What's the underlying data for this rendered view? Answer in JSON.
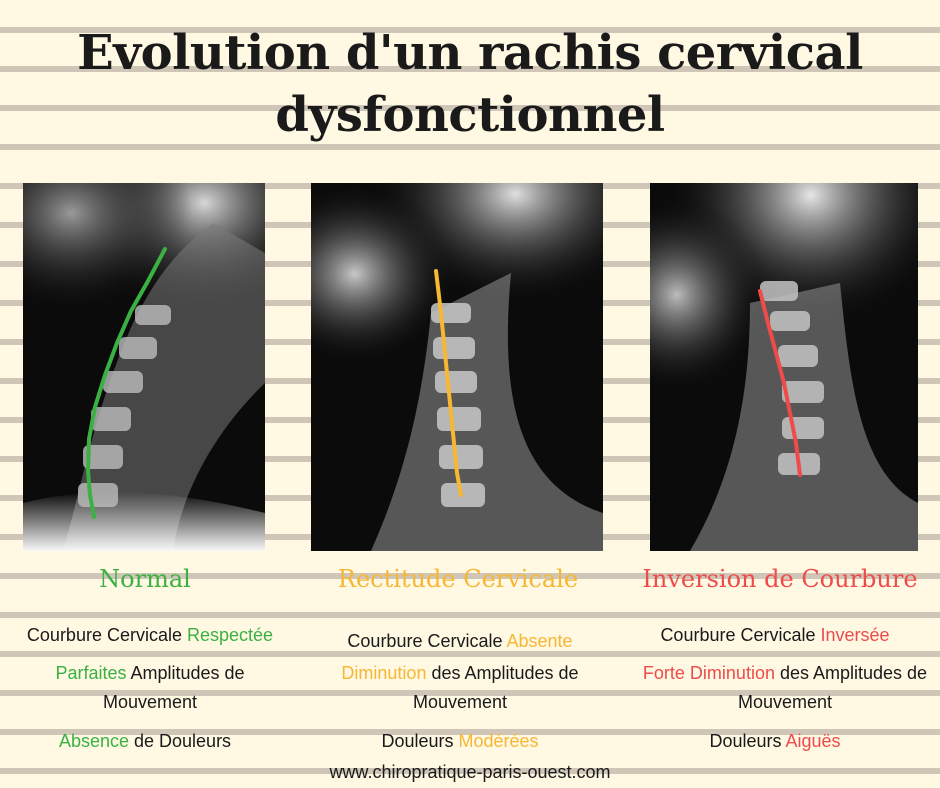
{
  "title": {
    "line1": "Evolution d'un rachis cervical",
    "line2": "dysfonctionnel"
  },
  "panels": [
    {
      "label": "Normal",
      "color": "#3bb143",
      "curve_shape": "lordose",
      "line1": {
        "pre": "Courbure Cervicale ",
        "hl": "Respectée",
        "post": ""
      },
      "line2": {
        "pre": "",
        "hl": "Parfaites",
        "post": " Amplitudes de Mouvement"
      },
      "line3": {
        "pre": "",
        "hl": "Absence",
        "post": " de Douleurs"
      }
    },
    {
      "label": "Rectitude Cervicale",
      "color": "#f7b733",
      "curve_shape": "rectitude",
      "line1": {
        "pre": "Courbure Cervicale ",
        "hl": "Absente",
        "post": ""
      },
      "line2": {
        "pre": "",
        "hl": "Diminution",
        "post": " des Amplitudes de Mouvement"
      },
      "line3": {
        "pre": "Douleurs ",
        "hl": "Modérées",
        "post": ""
      }
    },
    {
      "label": "Inversion de Courbure",
      "color": "#ee4b4b",
      "curve_shape": "inversion",
      "line1": {
        "pre": "Courbure Cervicale ",
        "hl": "Inversée",
        "post": ""
      },
      "line2": {
        "pre": "",
        "hl": "Forte Diminution",
        "post": " des Amplitudes de Mouvement"
      },
      "line3": {
        "pre": "Douleurs ",
        "hl": "Aiguës",
        "post": ""
      }
    }
  ],
  "website": "www.chiropratique-paris-ouest.com"
}
